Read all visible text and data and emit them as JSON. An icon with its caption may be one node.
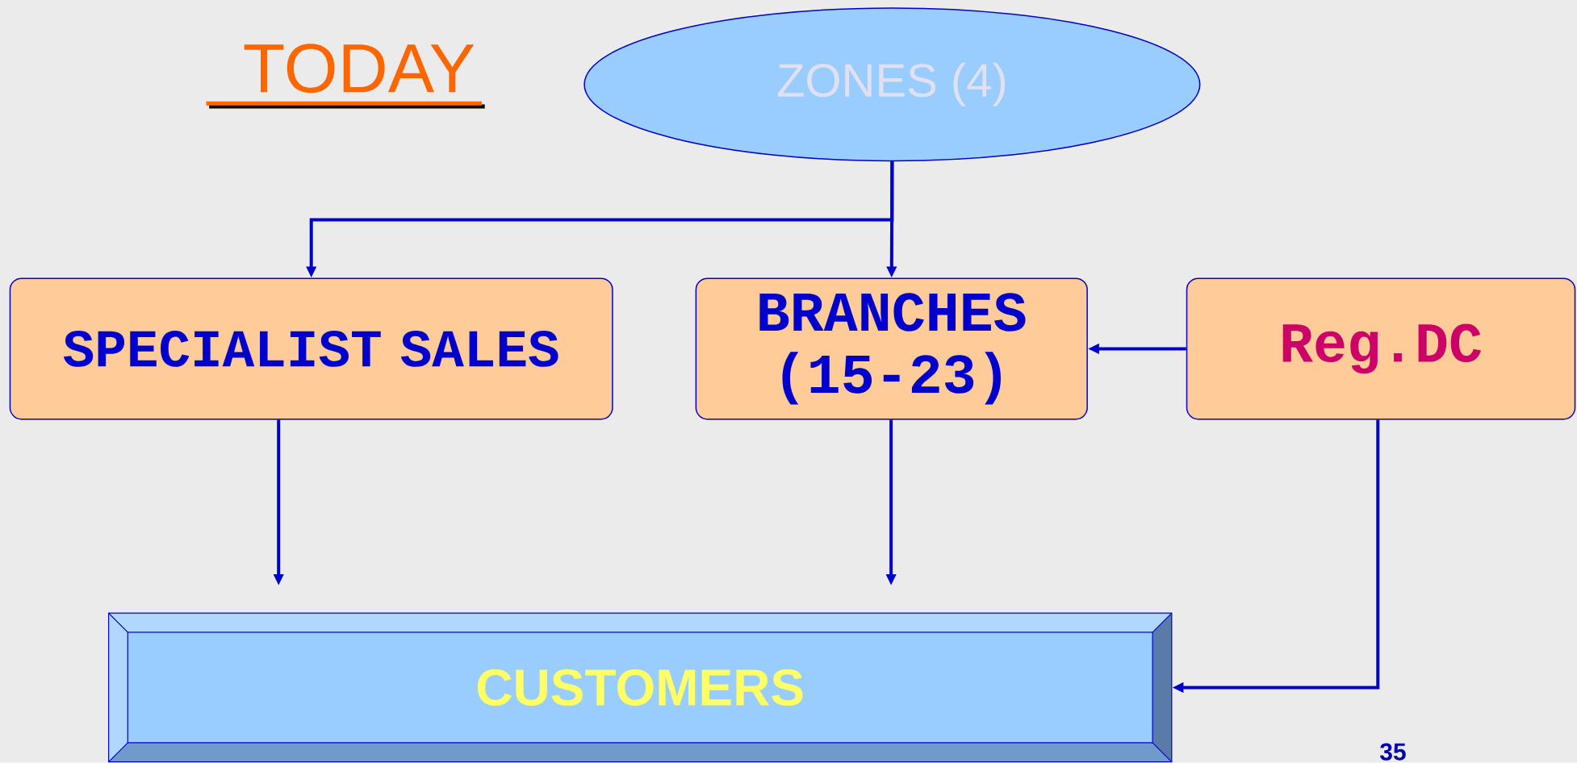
{
  "diagram": {
    "title": "TODAY",
    "nodes": [
      {
        "text": [
          "ZONES (4)"
        ]
      },
      {
        "text": [
          "SPECIALIST SALES"
        ]
      },
      {
        "text": [
          "BRANCHES (15-23)"
        ]
      },
      {
        "text": [
          "Reg.DC"
        ]
      },
      {
        "text": [
          "CUSTOMERS"
        ]
      }
    ],
    "edges": [
      {
        "from": 0,
        "to": 1,
        "arrow": "to"
      },
      {
        "from": 0,
        "to": 2,
        "arrow": "to"
      },
      {
        "from": 3,
        "to": 2,
        "arrow": "to"
      },
      {
        "from": 1,
        "to": 4,
        "arrow": "to"
      },
      {
        "from": 2,
        "to": 4,
        "arrow": "to"
      },
      {
        "from": 3,
        "to": 4,
        "arrow": "to"
      }
    ],
    "labels": [
      "35"
    ]
  }
}
